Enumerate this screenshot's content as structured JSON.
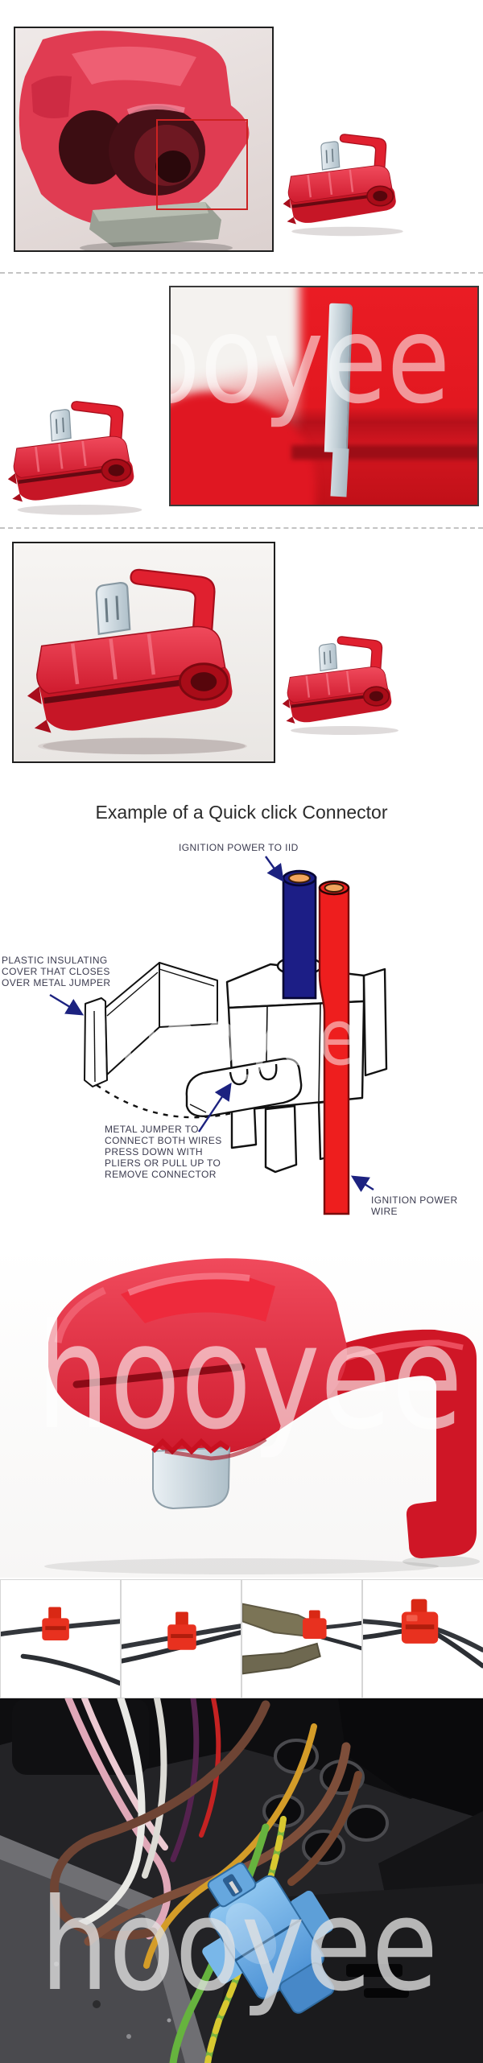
{
  "watermark": {
    "text": "hooyee"
  },
  "heading": {
    "text": "Example of a Quick click Connector"
  },
  "diagram": {
    "labels": {
      "top": "IGNITION POWER TO IID",
      "left": "PLASTIC INSULATING\nCOVER THAT CLOSES\nOVER METAL JUMPER",
      "bottom": "METAL JUMPER TO\nCONNECT BOTH WIRES\nPRESS DOWN WITH\nPLIERS OR PULL UP TO\nREMOVE CONNECTOR",
      "right": "IGNITION POWER WIRE"
    },
    "wire_colors": {
      "iid_wire": "#1c1e86",
      "power_wire": "#ee1e1e",
      "copper_core": "#f2a45c",
      "arrow": "#1c2280"
    }
  },
  "colors": {
    "connector_red": "#e01c2e",
    "connector_blue": "#5aa7e4",
    "metal_blade": "#ccd6dc",
    "separator": "#c3c3c3",
    "label_text": "#3b3b4f",
    "heading_text": "#2b2b2b",
    "annotation_box": "#cc2222"
  }
}
